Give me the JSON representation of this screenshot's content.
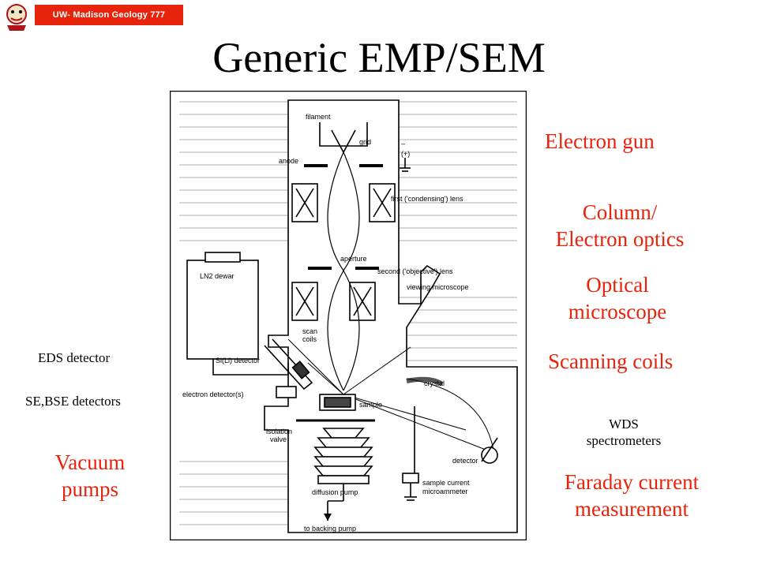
{
  "header": {
    "badge": "UW- Madison Geology  777",
    "logo_icon": "badger-mascot-icon"
  },
  "slide": {
    "title": "Generic EMP/SEM"
  },
  "labels_right": {
    "electron_gun": "Electron gun",
    "column_1": "Column/",
    "column_2": "Electron optics",
    "optical_1": "Optical",
    "optical_2": "microscope",
    "scanning": "Scanning coils",
    "wds_1": "WDS",
    "wds_2": "spectrometers",
    "faraday_1": "Faraday current",
    "faraday_2": "measurement"
  },
  "labels_left": {
    "eds": "EDS detector",
    "se_bse": "SE,BSE detectors",
    "vacuum_1": "Vacuum",
    "vacuum_2": "pumps"
  },
  "diagram": {
    "filament": "filament",
    "grid": "grid",
    "minus": "–",
    "plus": "(+)",
    "anode": "anode",
    "first_lens": "first ('condensing') lens",
    "aperture": "aperture",
    "second_lens": "second ('objective') lens",
    "ln2": "LN2 dewar",
    "viewing": "viewing microscope",
    "scan_1": "scan",
    "scan_2": "coils",
    "sili": "Si(Li) detector",
    "electron_det": "electron detector(s)",
    "crystal": "crystal",
    "sample": "sample",
    "isolation_1": "isolation",
    "isolation_2": "valve",
    "detector": "detector",
    "diffusion": "diffusion pump",
    "current_1": "sample current",
    "current_2": "microammeter",
    "backing": "to backing pump"
  },
  "colors": {
    "accent": "#e8230c"
  }
}
